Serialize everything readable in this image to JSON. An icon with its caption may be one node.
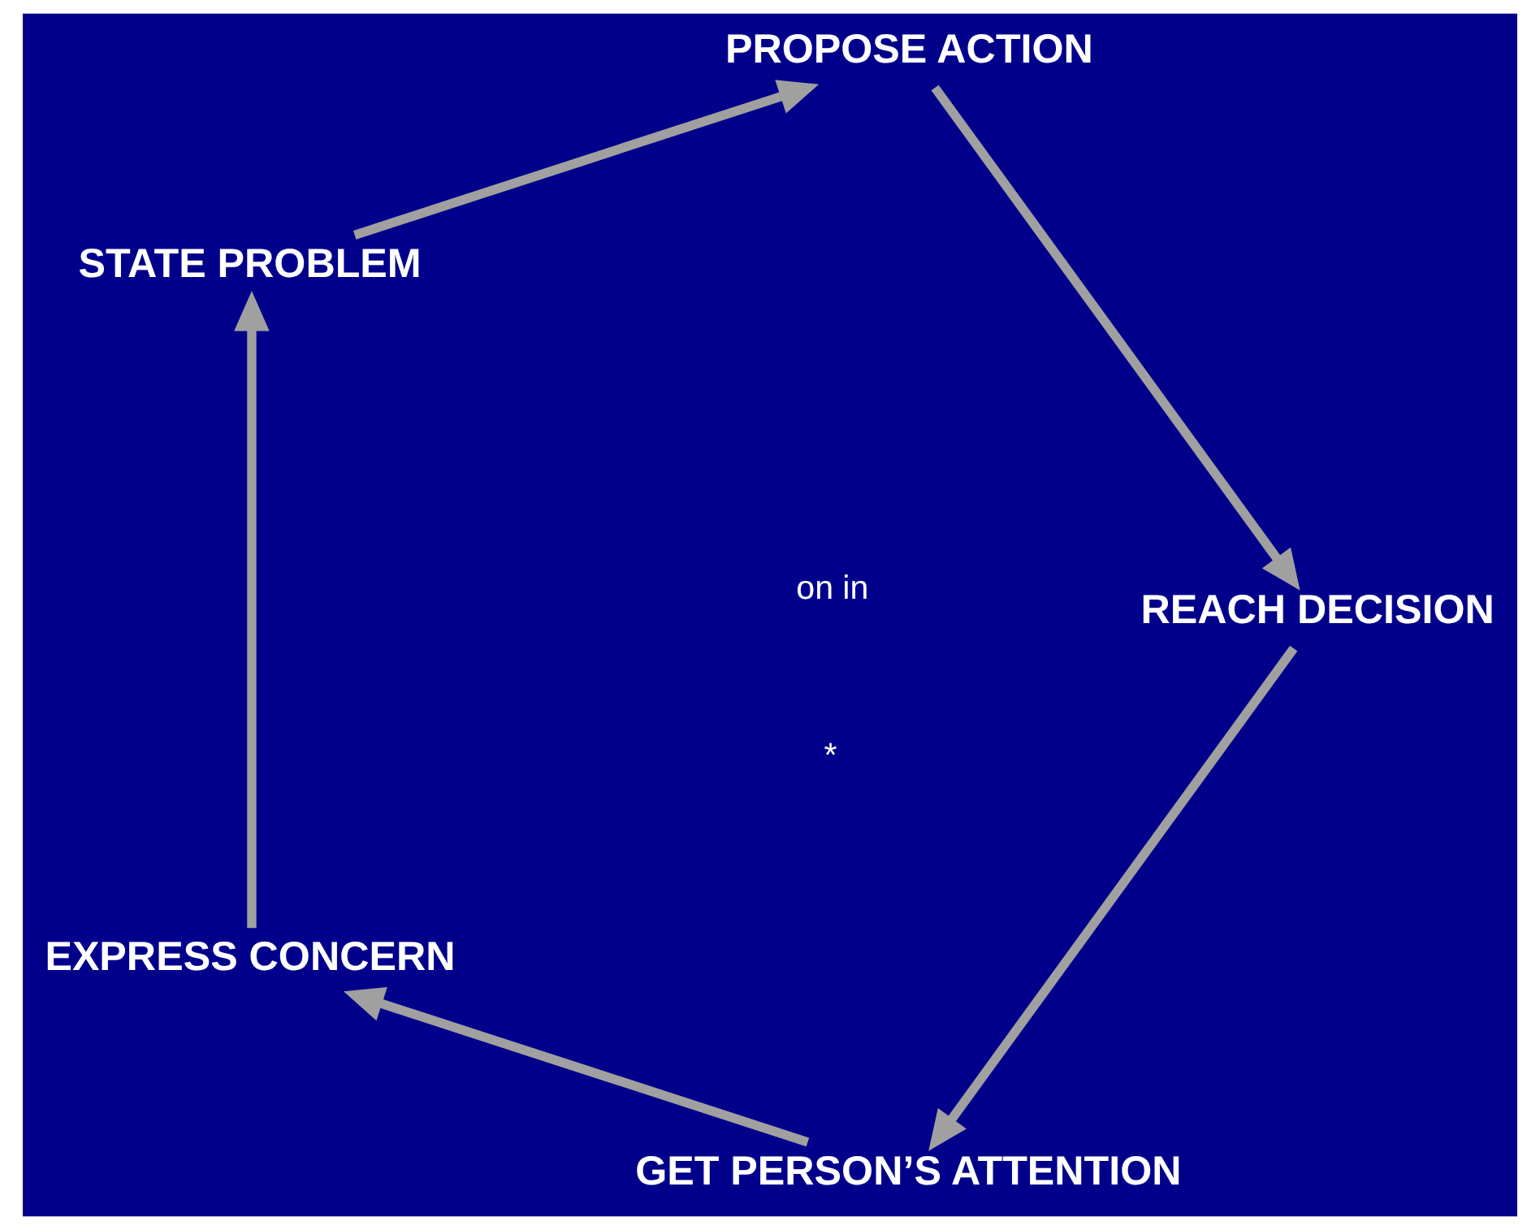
{
  "diagram": {
    "nodes": [
      {
        "text": [
          "GET PERSON’S ATTENTION"
        ]
      },
      {
        "text": [
          "EXPRESS CONCERN"
        ]
      },
      {
        "text": [
          "STATE PROBLEM"
        ]
      },
      {
        "text": [
          "PROPOSE ACTION"
        ]
      },
      {
        "text": [
          "REACH DECISION"
        ]
      }
    ],
    "edges": [
      {
        "from": 0,
        "to": 1,
        "arrow": "to"
      },
      {
        "from": 1,
        "to": 2,
        "arrow": "to"
      },
      {
        "from": 2,
        "to": 3,
        "arrow": "to"
      },
      {
        "from": 3,
        "to": 4,
        "arrow": "to"
      },
      {
        "from": 4,
        "to": 0,
        "arrow": "to"
      }
    ],
    "labels": [
      "on in",
      "*"
    ]
  }
}
